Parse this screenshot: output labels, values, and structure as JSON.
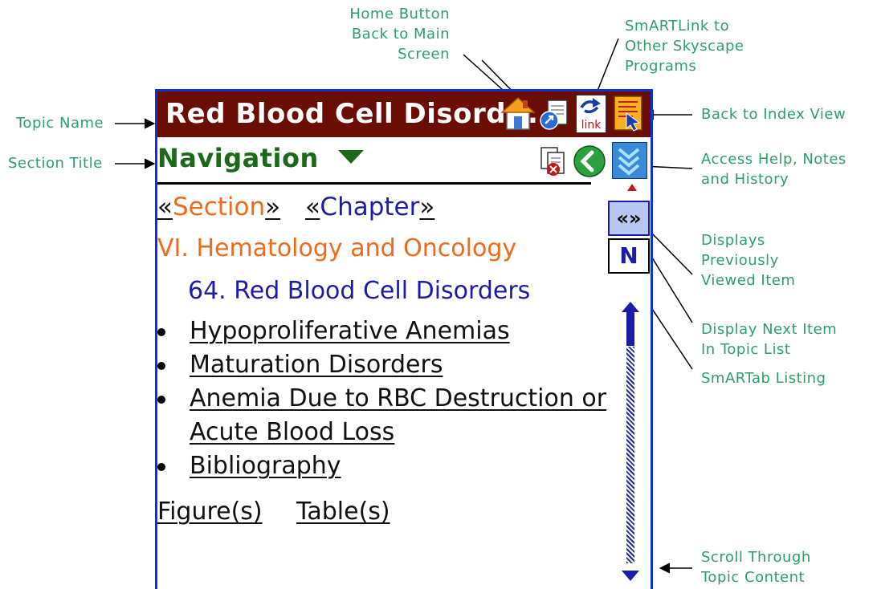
{
  "annotations": {
    "home_button": "Home Button\nBack to Main\nScreen",
    "smartlink": "SmARTLink to\nOther Skyscape\nPrograms",
    "topic_name": "Topic Name",
    "back_to_index": "Back to Index View",
    "section_title": "Section Title",
    "access_help": "Access Help, Notes\nand History",
    "previously_viewed": "Displays\nPreviously\nViewed Item",
    "next_item": "Display Next Item\nIn Topic List",
    "smartab": "SmARTab Listing",
    "scroll": "Scroll Through\nTopic Content"
  },
  "screen": {
    "topic_title": "Red Blood Cell Disord...",
    "link_icon_label": "link",
    "section_title": "Navigation",
    "nav": {
      "section_prev": "«",
      "section_label": "Section",
      "section_next": "»",
      "chapter_prev": "«",
      "chapter_label": "Chapter",
      "chapter_next": "»"
    },
    "part_heading": "VI. Hematology and Oncology",
    "chapter_heading": "64. Red Blood Cell Disorders",
    "items": [
      "Hypoproliferative Anemias",
      "Maturation Disorders",
      "Anemia Due to RBC Destruction or Acute Blood Loss",
      "Bibliography"
    ],
    "figures_link": "Figure(s)",
    "tables_link": "Table(s)",
    "smartab_label": "«»",
    "next_label": "N"
  },
  "colors": {
    "annotation": "#2e9e6e",
    "title_bar": "#6a0d05",
    "section_title": "#1a6a1a",
    "orange": "#ef6a1a",
    "blue": "#1c1ca8",
    "screen_border": "#1030d8"
  },
  "icons": [
    "home-icon",
    "smartlink-icon",
    "link-icon",
    "index-view-icon",
    "notes-icon",
    "back-icon",
    "help-icon",
    "scroll-up-icon",
    "scroll-down-icon"
  ]
}
